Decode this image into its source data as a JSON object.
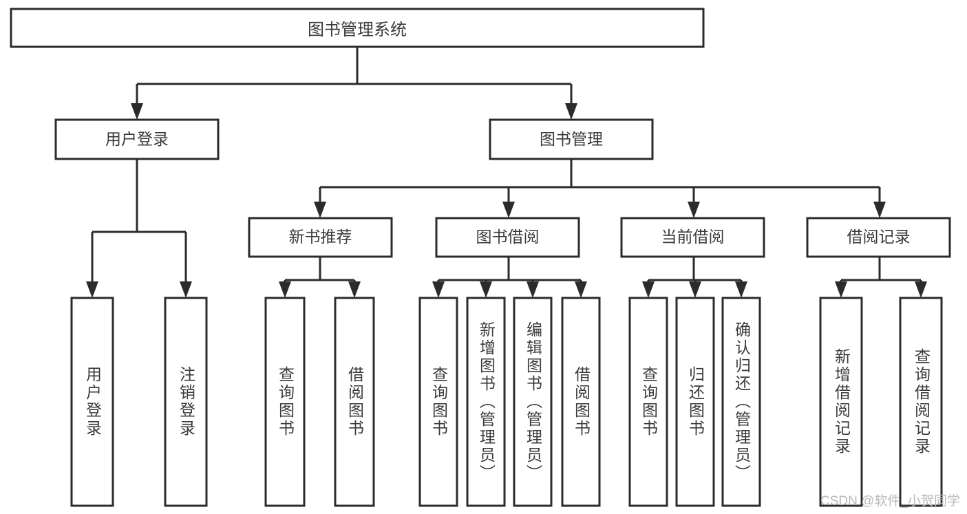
{
  "diagram": {
    "type": "hierarchical-tree",
    "title": "图书管理系统",
    "root": {
      "label": "图书管理系统",
      "orientation": "horizontal"
    },
    "level2": [
      {
        "id": "user-login",
        "label": "用户登录",
        "orientation": "horizontal"
      },
      {
        "id": "book-management",
        "label": "图书管理",
        "orientation": "horizontal"
      }
    ],
    "level3": [
      {
        "id": "new-book-recommend",
        "label": "新书推荐",
        "parent": "book-management",
        "orientation": "horizontal"
      },
      {
        "id": "book-borrow",
        "label": "图书借阅",
        "parent": "book-management",
        "orientation": "horizontal"
      },
      {
        "id": "current-borrow",
        "label": "当前借阅",
        "parent": "book-management",
        "orientation": "horizontal"
      },
      {
        "id": "borrow-record",
        "label": "借阅记录",
        "parent": "book-management",
        "orientation": "horizontal"
      }
    ],
    "leaves": [
      {
        "id": "leaf-user-login",
        "label": "用户登录",
        "parent": "user-login",
        "orientation": "vertical"
      },
      {
        "id": "leaf-logout",
        "label": "注销登录",
        "parent": "user-login",
        "orientation": "vertical"
      },
      {
        "id": "leaf-query-book-1",
        "label": "查询图书",
        "parent": "new-book-recommend",
        "orientation": "vertical"
      },
      {
        "id": "leaf-borrow-book-1",
        "label": "借阅图书",
        "parent": "new-book-recommend",
        "orientation": "vertical"
      },
      {
        "id": "leaf-query-book-2",
        "label": "查询图书",
        "parent": "book-borrow",
        "orientation": "vertical"
      },
      {
        "id": "leaf-add-book",
        "label": "新增图书（管理员）",
        "parent": "book-borrow",
        "orientation": "vertical"
      },
      {
        "id": "leaf-edit-book",
        "label": "编辑图书（管理员）",
        "parent": "book-borrow",
        "orientation": "vertical"
      },
      {
        "id": "leaf-borrow-book-2",
        "label": "借阅图书",
        "parent": "book-borrow",
        "orientation": "vertical"
      },
      {
        "id": "leaf-query-book-3",
        "label": "查询图书",
        "parent": "current-borrow",
        "orientation": "vertical"
      },
      {
        "id": "leaf-return-book",
        "label": "归还图书",
        "parent": "current-borrow",
        "orientation": "vertical"
      },
      {
        "id": "leaf-confirm-return",
        "label": "确认归还（管理员）",
        "parent": "current-borrow",
        "orientation": "vertical"
      },
      {
        "id": "leaf-add-record",
        "label": "新增借阅记录",
        "parent": "borrow-record",
        "orientation": "vertical"
      },
      {
        "id": "leaf-query-record",
        "label": "查询借阅记录",
        "parent": "borrow-record",
        "orientation": "vertical"
      }
    ],
    "watermark": "CSDN @软件_小贺同学",
    "colors": {
      "box_stroke": "#2b2b2b",
      "box_fill": "#ffffff",
      "text": "#3a3a3a",
      "watermark": "#b9b9b9",
      "background": "#ffffff"
    }
  }
}
